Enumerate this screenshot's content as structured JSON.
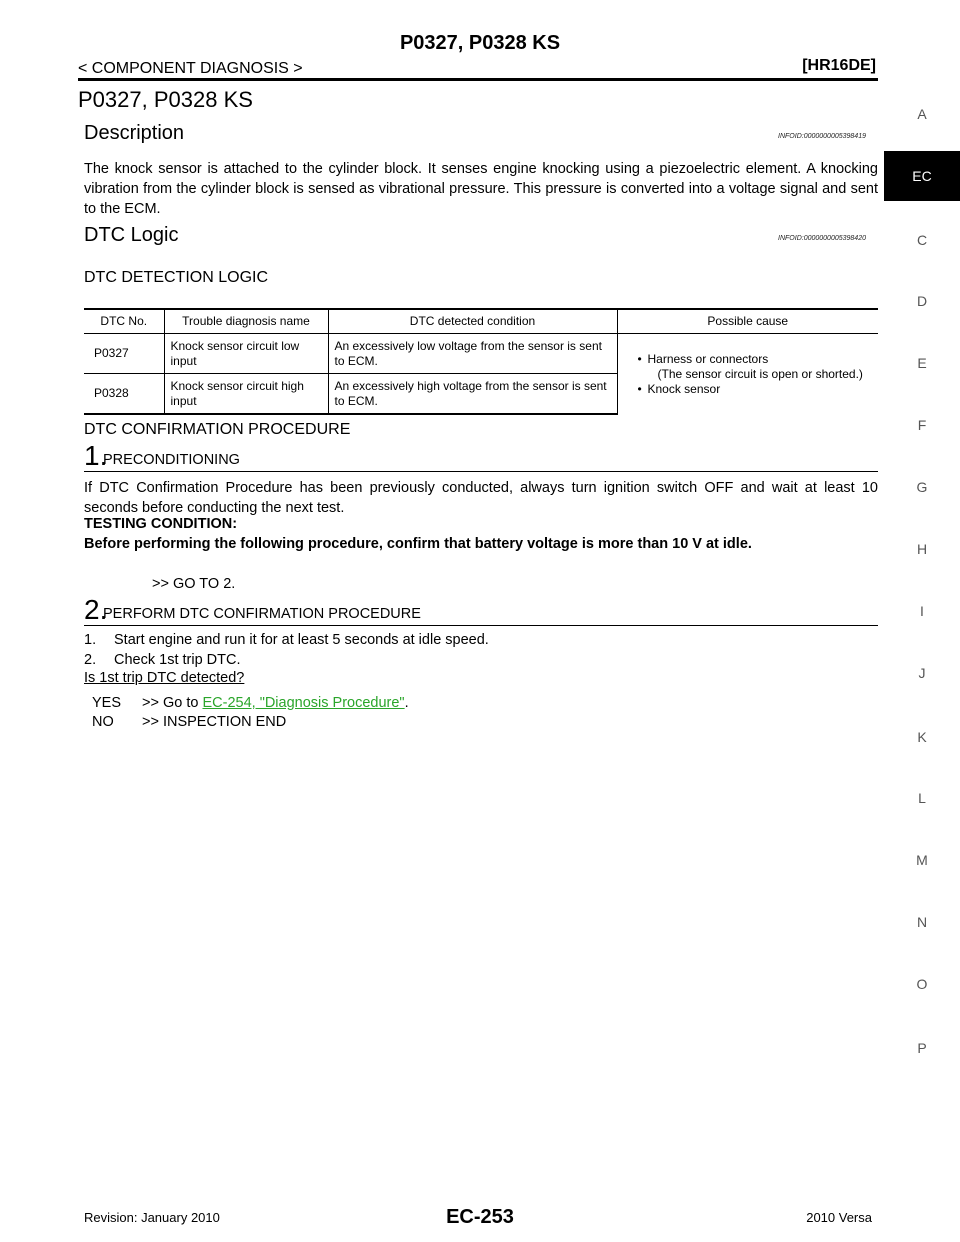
{
  "header": {
    "title": "P0327, P0328 KS",
    "section": "< COMPONENT DIAGNOSIS >",
    "engine": "[HR16DE]"
  },
  "page_title": "P0327, P0328 KS",
  "description": {
    "heading": "Description",
    "infoid": "INFOID:0000000005398419",
    "text": "The knock sensor is attached to the cylinder block. It senses engine knocking using a piezoelectric element. A knocking vibration from the cylinder block is sensed as vibrational pressure. This pressure is converted into a voltage signal and sent to the ECM."
  },
  "dtc_logic": {
    "heading": "DTC Logic",
    "infoid": "INFOID:0000000005398420",
    "detection_heading": "DTC DETECTION LOGIC",
    "table": {
      "headers": [
        "DTC No.",
        "Trouble diagnosis name",
        "DTC detected condition",
        "Possible cause"
      ],
      "rows": [
        {
          "dtc": "P0327",
          "name": "Knock sensor circuit low input",
          "condition": "An excessively low voltage from the sensor is sent to ECM."
        },
        {
          "dtc": "P0328",
          "name": "Knock sensor circuit high input",
          "condition": "An excessively high voltage from the sensor is sent to ECM."
        }
      ],
      "causes": {
        "bullet": "•",
        "item1": "Harness or connectors",
        "item1_sub": "(The sensor circuit is open or shorted.)",
        "item2": "Knock sensor"
      }
    }
  },
  "confirmation": {
    "heading": "DTC CONFIRMATION PROCEDURE",
    "step1": {
      "num": "1.",
      "label": "PRECONDITIONING",
      "text": "If DTC Confirmation Procedure has been previously conducted, always turn ignition switch OFF and wait at least 10 seconds before conducting the next test.",
      "testing_label": "TESTING CONDITION:",
      "testing_text": "Before performing the following procedure, confirm that battery voltage is more than 10 V at idle.",
      "goto": ">> GO TO 2."
    },
    "step2": {
      "num": "2.",
      "label": "PERFORM DTC CONFIRMATION PROCEDURE",
      "items": [
        {
          "n": "1.",
          "text": "Start engine and run it for at least 5 seconds at idle speed."
        },
        {
          "n": "2.",
          "text": "Check 1st trip DTC."
        }
      ],
      "question": "Is 1st trip DTC detected?",
      "yes_key": "YES",
      "yes_prefix": ">> Go to ",
      "yes_link": "EC-254, \"Diagnosis Procedure\"",
      "yes_suffix": ".",
      "no_key": "NO",
      "no_text": ">> INSPECTION END"
    }
  },
  "index": [
    "A",
    "EC",
    "C",
    "D",
    "E",
    "F",
    "G",
    "H",
    "I",
    "J",
    "K",
    "L",
    "M",
    "N",
    "O",
    "P"
  ],
  "footer": {
    "revision": "Revision: January 2010",
    "page": "EC-253",
    "model": "2010 Versa"
  }
}
